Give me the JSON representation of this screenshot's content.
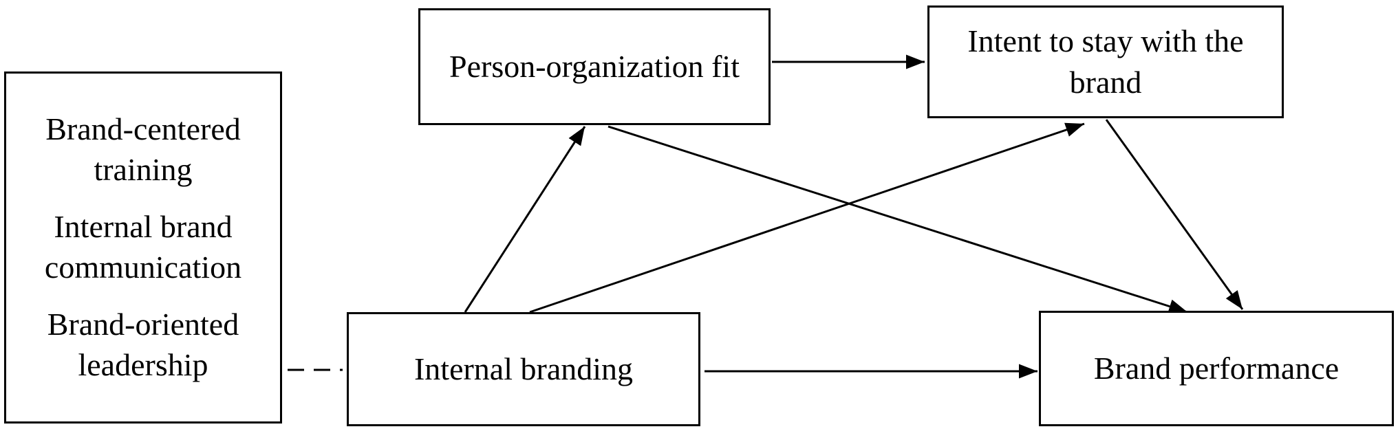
{
  "nodes": {
    "dimensions": [
      "Brand-centered training",
      "Internal brand communication",
      "Brand-oriented leadership"
    ],
    "person_org_fit": "Person-organization fit",
    "intent_to_stay": "Intent to stay with the brand",
    "internal_branding": "Internal branding",
    "brand_performance": "Brand performance"
  },
  "edges": [
    {
      "from": "dimensions",
      "to": "internal_branding",
      "style": "dashed",
      "arrow": false
    },
    {
      "from": "internal_branding",
      "to": "person_org_fit",
      "style": "solid",
      "arrow": true
    },
    {
      "from": "internal_branding",
      "to": "intent_to_stay",
      "style": "solid",
      "arrow": true
    },
    {
      "from": "internal_branding",
      "to": "brand_performance",
      "style": "solid",
      "arrow": true
    },
    {
      "from": "person_org_fit",
      "to": "intent_to_stay",
      "style": "solid",
      "arrow": true
    },
    {
      "from": "person_org_fit",
      "to": "brand_performance",
      "style": "solid",
      "arrow": true
    },
    {
      "from": "intent_to_stay",
      "to": "brand_performance",
      "style": "solid",
      "arrow": true
    }
  ]
}
